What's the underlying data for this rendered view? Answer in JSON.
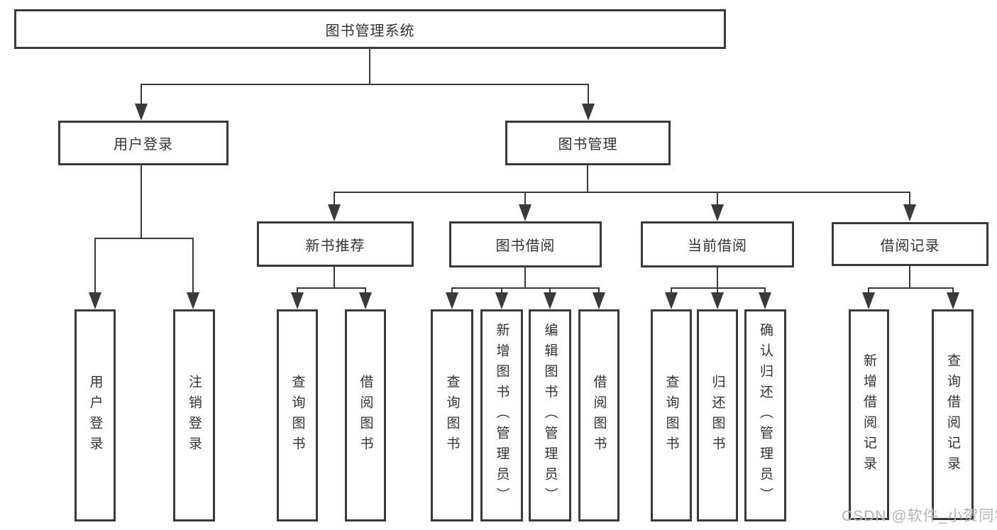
{
  "diagram": {
    "title": "图书管理系统",
    "root": {
      "label": "图书管理系统"
    },
    "branches": [
      {
        "label": "用户登录",
        "children": [
          {
            "label": "用户登录"
          },
          {
            "label": "注销登录"
          }
        ]
      },
      {
        "label": "图书管理",
        "children": [
          {
            "label": "新书推荐",
            "children": [
              {
                "label": "查询图书"
              },
              {
                "label": "借阅图书"
              }
            ]
          },
          {
            "label": "图书借阅",
            "children": [
              {
                "label": "查询图书"
              },
              {
                "label": "新增图书（管理员）"
              },
              {
                "label": "编辑图书（管理员）"
              },
              {
                "label": "借阅图书"
              }
            ]
          },
          {
            "label": "当前借阅",
            "children": [
              {
                "label": "查询图书"
              },
              {
                "label": "归还图书"
              },
              {
                "label": "确认归还（管理员）"
              }
            ]
          },
          {
            "label": "借阅记录",
            "children": [
              {
                "label": "新增借阅记录"
              },
              {
                "label": "查询借阅记录"
              }
            ]
          }
        ]
      }
    ]
  },
  "watermark": "CSDN @软件_小贺同学",
  "colors": {
    "line": "#3a3a3a",
    "text": "#333333",
    "watermark": "#b5b5b5",
    "background": "#ffffff"
  }
}
